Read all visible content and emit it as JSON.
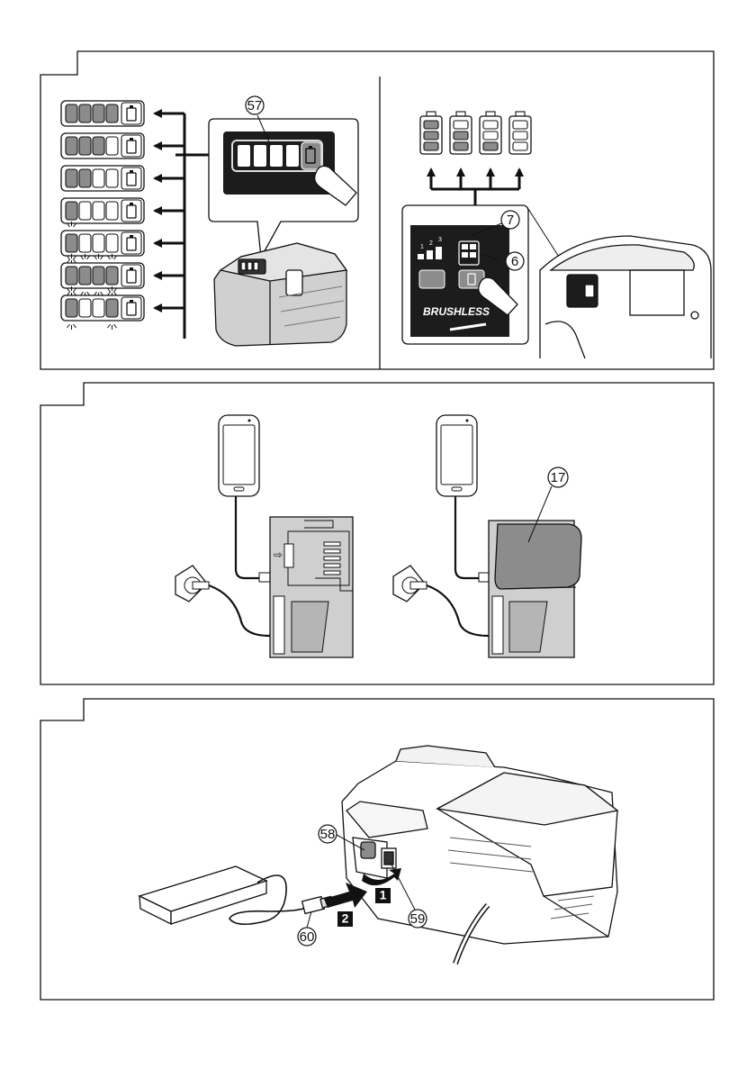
{
  "figures": [
    {
      "id": "fig-a",
      "callouts": [
        "57"
      ]
    },
    {
      "id": "fig-b",
      "callouts": [
        "7",
        "6"
      ],
      "panel_text": {
        "brand": "BRUSHLESS",
        "levels": [
          "1",
          "2",
          "3"
        ]
      }
    },
    {
      "id": "fig-c",
      "callouts": [
        "17"
      ]
    },
    {
      "id": "fig-d",
      "callouts": [
        "58",
        "59",
        "60"
      ],
      "steps": [
        "1",
        "2"
      ]
    }
  ],
  "indicator_states": [
    {
      "lit": [
        1,
        1,
        1,
        1
      ],
      "blink": []
    },
    {
      "lit": [
        1,
        1,
        1,
        0
      ],
      "blink": []
    },
    {
      "lit": [
        1,
        1,
        0,
        0
      ],
      "blink": []
    },
    {
      "lit": [
        1,
        0,
        0,
        0
      ],
      "blink": []
    },
    {
      "lit": [
        1,
        0,
        0,
        0
      ],
      "blink": [
        0
      ]
    },
    {
      "lit": [
        1,
        1,
        1,
        1
      ],
      "blink": [
        0,
        1,
        2,
        3
      ]
    },
    {
      "lit": [
        1,
        0,
        0,
        1
      ],
      "blink": [
        0,
        3
      ]
    }
  ],
  "tool_battery_icons": [
    {
      "lit": [
        1,
        1,
        1
      ]
    },
    {
      "lit": [
        0,
        1,
        1
      ]
    },
    {
      "lit": [
        0,
        0,
        1
      ]
    },
    {
      "lit": [
        0,
        0,
        0
      ]
    }
  ],
  "colors": {
    "line": "#111111",
    "lit_segment": "#8c8c8c",
    "device_gray": "#cfcfcf",
    "dark_gray": "#9a9a9a",
    "panel": "#1c1c1c"
  }
}
